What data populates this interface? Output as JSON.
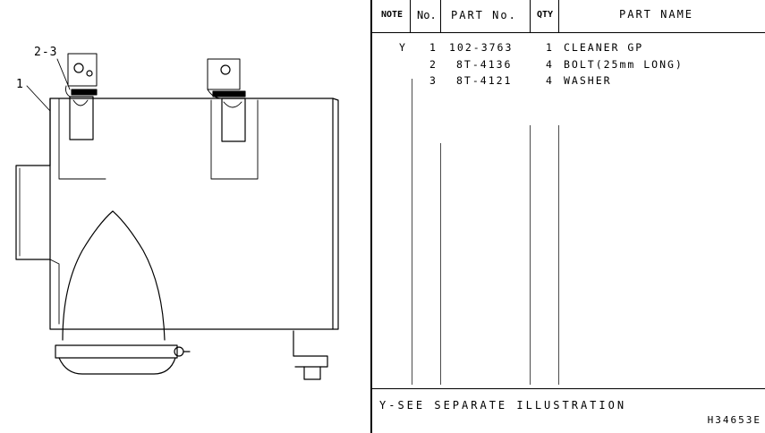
{
  "illustration": {
    "callouts": [
      {
        "text": "2-3"
      },
      {
        "text": "1"
      }
    ]
  },
  "table": {
    "headers": {
      "note": "NOTE",
      "no": "No.",
      "part_no": "PART No.",
      "qty": "QTY",
      "part_name": "PART NAME"
    },
    "rows": [
      {
        "note": "Y",
        "no": "1",
        "part_no": "102-3763",
        "qty": "1",
        "part_name": "CLEANER GP"
      },
      {
        "note": "",
        "no": "2",
        "part_no": "8T-4136",
        "qty": "4",
        "part_name": "BOLT(25mm LONG)"
      },
      {
        "note": "",
        "no": "3",
        "part_no": "8T-4121",
        "qty": "4",
        "part_name": "WASHER"
      }
    ],
    "footer_note": "Y-SEE SEPARATE ILLUSTRATION",
    "drawing_code": "H34653E"
  }
}
